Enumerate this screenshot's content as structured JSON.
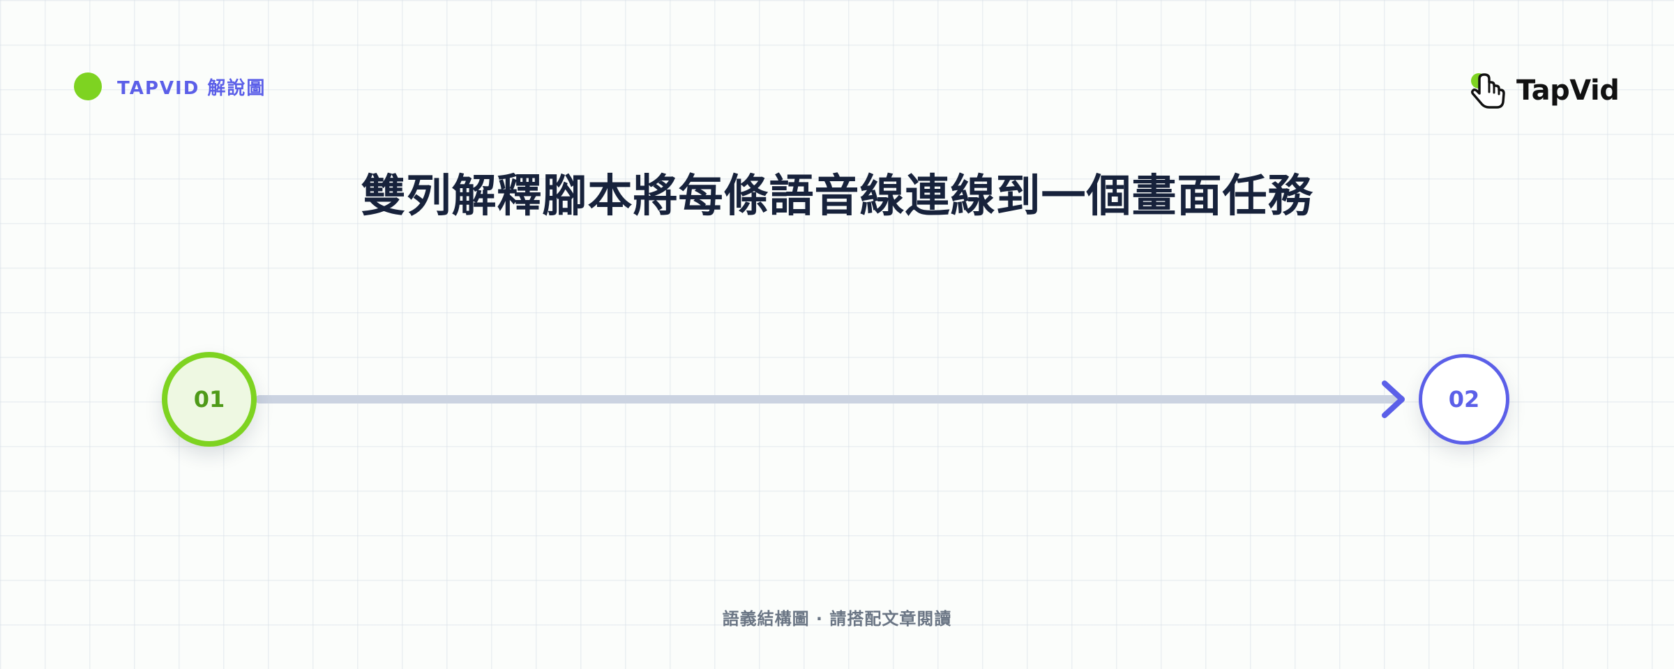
{
  "header": {
    "tag": "TAPVID 解說圖",
    "logo_text": "TapVid",
    "logo_icon": "tap-hand-icon"
  },
  "title": "雙列解釋腳本將每條語音線連線到一個畫面任務",
  "diagram": {
    "nodes": [
      {
        "label": "01"
      },
      {
        "label": "02"
      }
    ],
    "connector": "arrow"
  },
  "footer": {
    "caption": "語義結構圖 · 請搭配文章閱讀"
  },
  "colors": {
    "accent_green": "#7ed321",
    "accent_indigo": "#5b5fe8",
    "connector_gray": "#cbd3e1",
    "title_navy": "#17223b",
    "footer_gray": "#6a7584"
  }
}
